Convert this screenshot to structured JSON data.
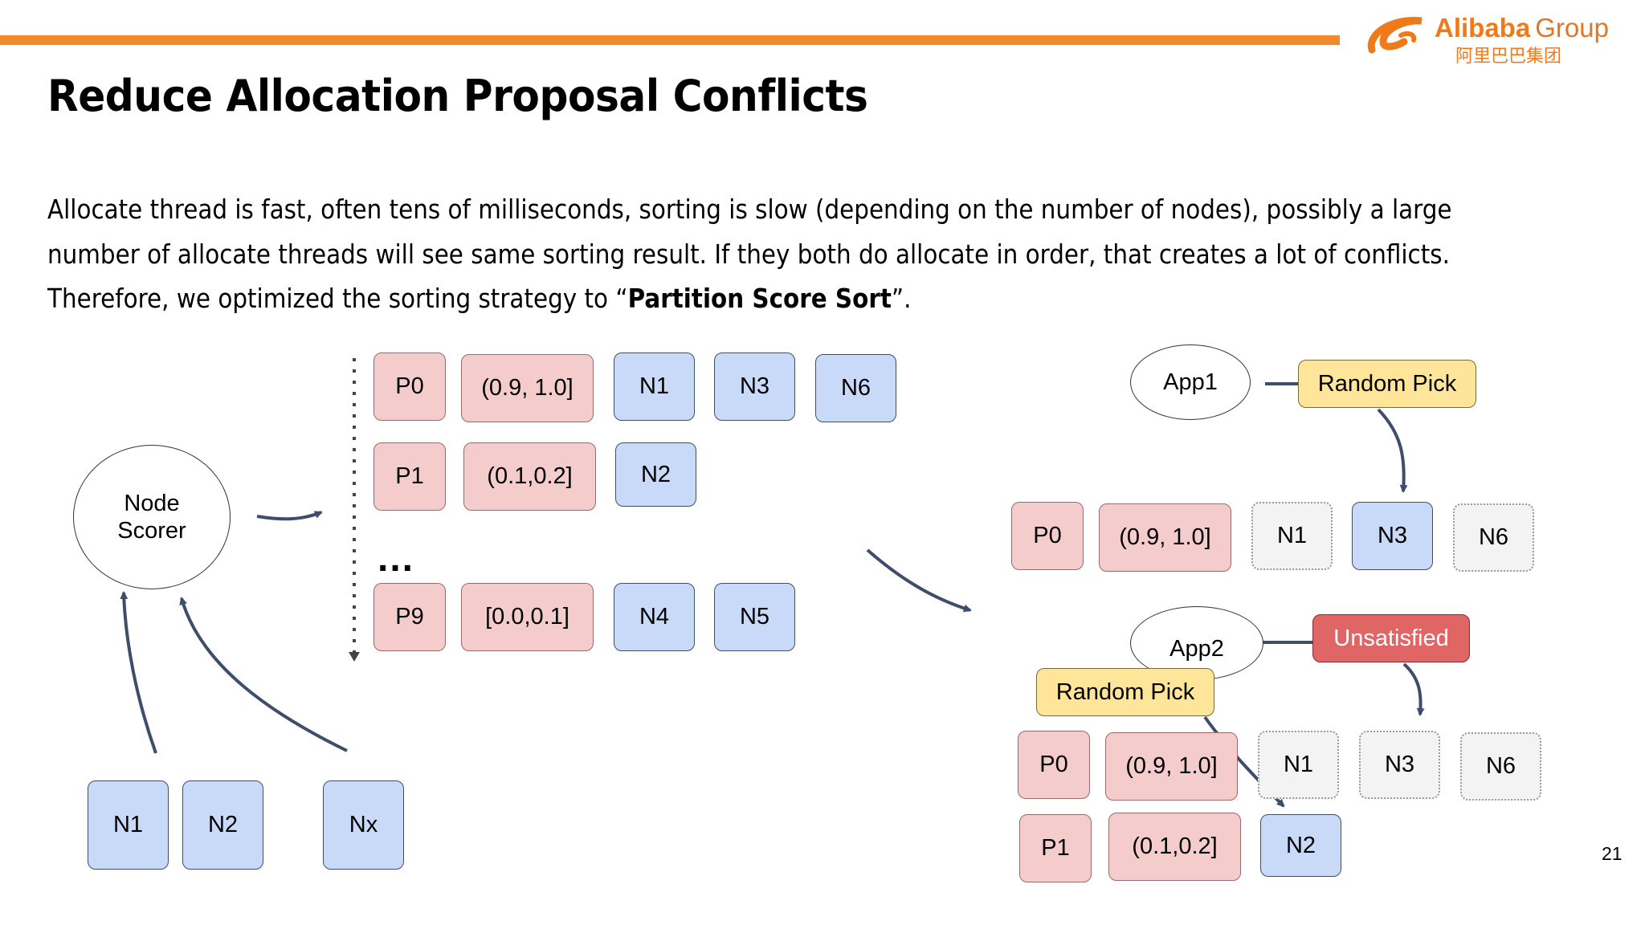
{
  "header": {
    "logo_brand": "Alibaba",
    "logo_group": "Group",
    "logo_chinese": "阿里巴巴集团",
    "accent_color": "#f08a2a"
  },
  "slide": {
    "title": "Reduce Allocation Proposal Conflicts",
    "paragraph": {
      "line1": "Allocate thread is fast, often tens of milliseconds,  sorting is slow (depending on the number of nodes), possibly a large",
      "line2": "number of allocate threads will see same sorting result. If they both do allocate in order, that creates a lot of conflicts.",
      "line3_prefix": "Therefore, we optimized the sorting strategy to “",
      "line3_bold": "Partition Score Sort",
      "line3_suffix": "”."
    },
    "page_number": "21"
  },
  "diagram": {
    "node_scorer": "Node\nScorer",
    "input_nodes": [
      "N1",
      "N2",
      "Nx"
    ],
    "partitions": [
      {
        "id": "P0",
        "range": "(0.9, 1.0]",
        "nodes": [
          "N1",
          "N3",
          "N6"
        ]
      },
      {
        "id": "P1",
        "range": "(0.1,0.2]",
        "nodes": [
          "N2"
        ]
      },
      {
        "id": "P9",
        "range": "[0.0,0.1]",
        "nodes": [
          "N4",
          "N5"
        ]
      }
    ],
    "ellipsis": "...",
    "app1": {
      "label": "App1",
      "action": "Random Pick",
      "partition": {
        "id": "P0",
        "range": "(0.9, 1.0]",
        "nodes": [
          "N1",
          "N3",
          "N6"
        ]
      }
    },
    "app2": {
      "label": "App2",
      "status": "Unsatisfied",
      "action": "Random Pick",
      "partitions": [
        {
          "id": "P0",
          "range": "(0.9, 1.0]",
          "nodes": [
            "N1",
            "N3",
            "N6"
          ]
        },
        {
          "id": "P1",
          "range": "(0.1,0.2]",
          "nodes": [
            "N2"
          ]
        }
      ]
    },
    "colors": {
      "partition_fill": "#f4cccc",
      "node_fill": "#c9daf8",
      "taken_node_fill": "#f3f3f3",
      "pick_fill": "#ffe599",
      "unsatisfied_fill": "#e06666",
      "arrow": "#3d4d6a"
    }
  }
}
